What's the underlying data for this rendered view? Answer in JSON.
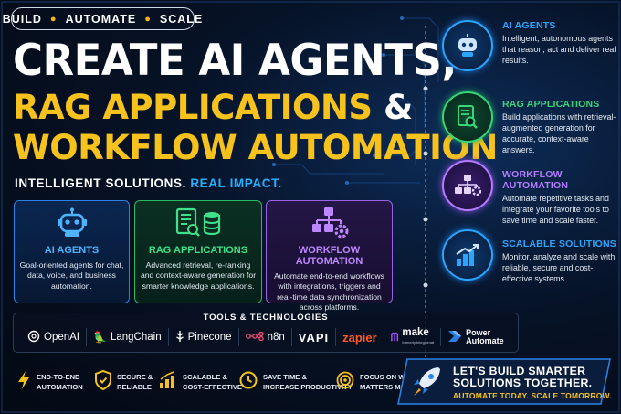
{
  "pill": {
    "items": [
      "BUILD",
      "AUTOMATE",
      "SCALE"
    ]
  },
  "headline": {
    "line1": "CREATE AI AGENTS,",
    "line2a": "RAG APPLICATIONS ",
    "line2b": "&",
    "line3": "WORKFLOW AUTOMATION"
  },
  "tagline": {
    "part1": "INTELLIGENT SOLUTIONS. ",
    "part2": "REAL IMPACT."
  },
  "cards": [
    {
      "title": "AI AGENTS",
      "desc": "Goal-oriented agents for chat, data, voice, and business automation."
    },
    {
      "title": "RAG APPLICATIONS",
      "desc": "Advanced retrieval, re-ranking and context-aware generation for smarter knowledge applications."
    },
    {
      "title": "WORKFLOW AUTOMATION",
      "desc": "Automate end-to-end workflows with integrations, triggers and real-time data synchronization across platforms."
    }
  ],
  "right": [
    {
      "title": "AI AGENTS",
      "desc": "Intelligent, autonomous agents that reason, act and deliver real results.",
      "color": "#2aa6ff"
    },
    {
      "title": "RAG APPLICATIONS",
      "desc": "Build applications with retrieval-augmented generation for accurate, context-aware answers.",
      "color": "#37d67a"
    },
    {
      "title": "WORKFLOW AUTOMATION",
      "desc": "Automate repetitive tasks and integrate your favorite tools to save time and scale faster.",
      "color": "#b47cff"
    },
    {
      "title": "SCALABLE SOLUTIONS",
      "desc": "Monitor, analyze and scale with reliable, secure and cost-effective systems.",
      "color": "#2aa6ff"
    }
  ],
  "tools": {
    "label": "TOOLS & TECHNOLOGIES",
    "items": [
      "OpenAI",
      "LangChain",
      "Pinecone",
      "n8n",
      "VAPI",
      "zapier",
      "make",
      "Power Automate"
    ],
    "make_sub": "formerly Integromat",
    "power_1": "Power",
    "power_2": "Automate"
  },
  "benefits": [
    {
      "l1": "END-TO-END",
      "l2": "AUTOMATION"
    },
    {
      "l1": "SECURE &",
      "l2": "RELIABLE"
    },
    {
      "l1": "SCALABLE &",
      "l2": "COST-EFFECTIVE"
    },
    {
      "l1": "SAVE TIME &",
      "l2": "INCREASE PRODUCTIVITY"
    },
    {
      "l1": "FOCUS ON WHAT",
      "l2": "MATTERS MOST"
    }
  ],
  "cta": {
    "l1a": "LET'S BUILD SMARTER",
    "l1b": "SOLUTIONS TOGETHER.",
    "l2": "AUTOMATE TODAY. SCALE TOMORROW."
  },
  "colors": {
    "gold": "#f7c21c",
    "blue": "#2aa6ff",
    "green": "#37d67a",
    "purple": "#b47cff"
  }
}
